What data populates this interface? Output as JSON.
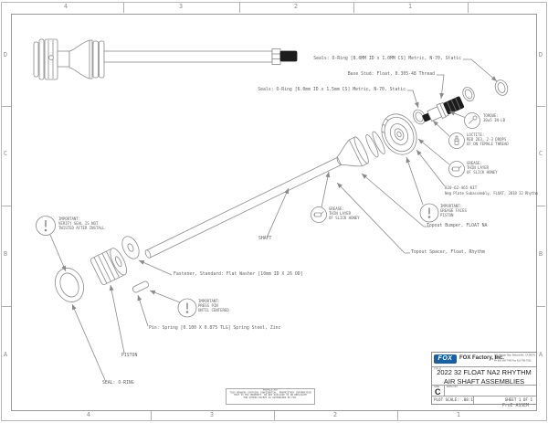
{
  "sheet": {
    "zones_top": [
      "4",
      "3",
      "2",
      "1"
    ],
    "zones_bottom": [
      "4",
      "3",
      "2",
      "1"
    ],
    "zones_left": [
      "D",
      "C",
      "B",
      "A"
    ],
    "zones_right": [
      "D",
      "C",
      "B",
      "A"
    ]
  },
  "labels": {
    "seal_8mm": "Seals: O-Ring [8.0MM ID x 1.0MM CS] Metric, N-70, Static",
    "base_stud": "Base Stud: Float, 0.305-48 Thread",
    "seal_6mm": "Seals: O-Ring [6.0mm ID x 1.5mm CS] Metric, N-70, Static",
    "kit_number": "820-62-465-KIT",
    "kit_desc": "Neg Plate Subassembly, FLOAT, 2018 32 Rhythm",
    "topout_bumper": "Topout Bumper, FLOAT NA",
    "topout_spacer": "Topout Spacer, Float, Rhythm",
    "shaft": "SHAFT",
    "fastener": "Fastener, Standard: Flat Washer [10mm ID X 26 OD]",
    "pin": "Pin: Spring [0.100 X 0.875 TLG] Spring Steel, Zinc",
    "piston": "PISTON",
    "seal_oring": "SEAL: O-RING"
  },
  "balloons": {
    "torque": "TORQUE:\n30±5 IN-LB",
    "loctite": "LOCTITE:\nRED 263, 2-3 DROPS\nOF ON FEMALE THREAD",
    "grease_shaft": "GREASE:\nTHIN LAYER\nOF SLICK HONEY",
    "grease_stud": "GREASE:\nTHIN LAYER\nOF SLICK HONEY",
    "important_seal": "IMPORTANT:\nVERIFY SEAL IS NOT\nTWISTED AFTER INSTALL",
    "important_pin": "IMPORTANT:\nPRESS PIN\nUNTIL CENTERED",
    "important_grease": "IMPORTANT:\nGREASE FACES\nPISTON"
  },
  "title_block": {
    "logo": "FOX",
    "company": "FOX Factory, Inc.",
    "address": "130 Hangar Way, Watsonville, CA 95076 USA\nPh 800-369-7469  Fax 831-768-7026",
    "title_label": "TITLE",
    "title_line1": "2022 32 FLOAT NA2 RHYTHM",
    "title_line2": "AIR SHAFT ASSEMBLIES",
    "size_label": "SIZE",
    "size": "C",
    "dwg_label": "DWG NO.",
    "plot_scale": "PLOT SCALE: .08:1",
    "sheet_info": "SHEET 1 OF 1",
    "proe": "ProE ASSEM"
  },
  "proprietary": "PROPRIETARY\nTHIS DRAWING CONTAINS CONFIDENTIAL, PROPRIETARY INFORMATION\nTHAT IS FOX PROPERTY.  DO NOT DISCLOSE TO OR REPLICATE\nFOR OTHERS EXCEPT AS AUTHORIZED BY FOX.",
  "colors": {
    "fox_blue": "#1960a5",
    "line_gray": "#8a8a8a"
  }
}
